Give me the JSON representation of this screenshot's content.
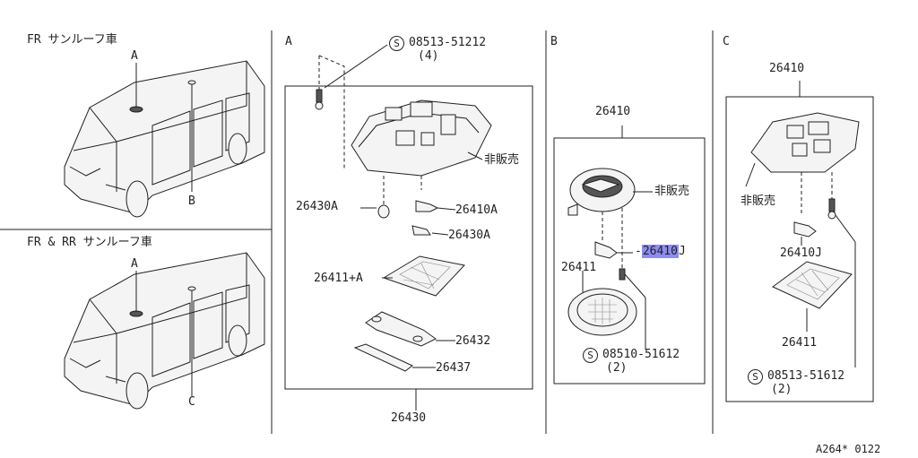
{
  "panels": {
    "fr_sunroof": {
      "title": "FR サンルーフ車",
      "label_a": "A",
      "label_b": "B"
    },
    "frrr_sunroof": {
      "title": "FR & RR サンルーフ車",
      "label_a": "A",
      "label_c": "C"
    },
    "section_a": {
      "letter": "A",
      "screw_code": "08513-51212",
      "screw_qty": "(4)",
      "not_sold": "非販売",
      "p_26430A": "26430A",
      "p_26410A": "26410A",
      "p_26430A_2": "26430A",
      "p_26411A": "26411+A",
      "p_26432": "26432",
      "p_26437": "26437",
      "p_26430": "26430"
    },
    "section_b": {
      "letter": "B",
      "p_26410": "26410",
      "not_sold": "非販売",
      "p_26410J": "26410",
      "p_26410J_suffix": "J",
      "p_26411": "26411",
      "screw_code": "08510-51612",
      "screw_qty": "(2)"
    },
    "section_c": {
      "letter": "C",
      "p_26410": "26410",
      "not_sold": "非販売",
      "p_26410J": "26410J",
      "p_26411": "26411",
      "screw_code": "08513-51612",
      "screw_qty": "(2)"
    },
    "footer_code": "A264* 0122",
    "screw_symbol": "S"
  }
}
